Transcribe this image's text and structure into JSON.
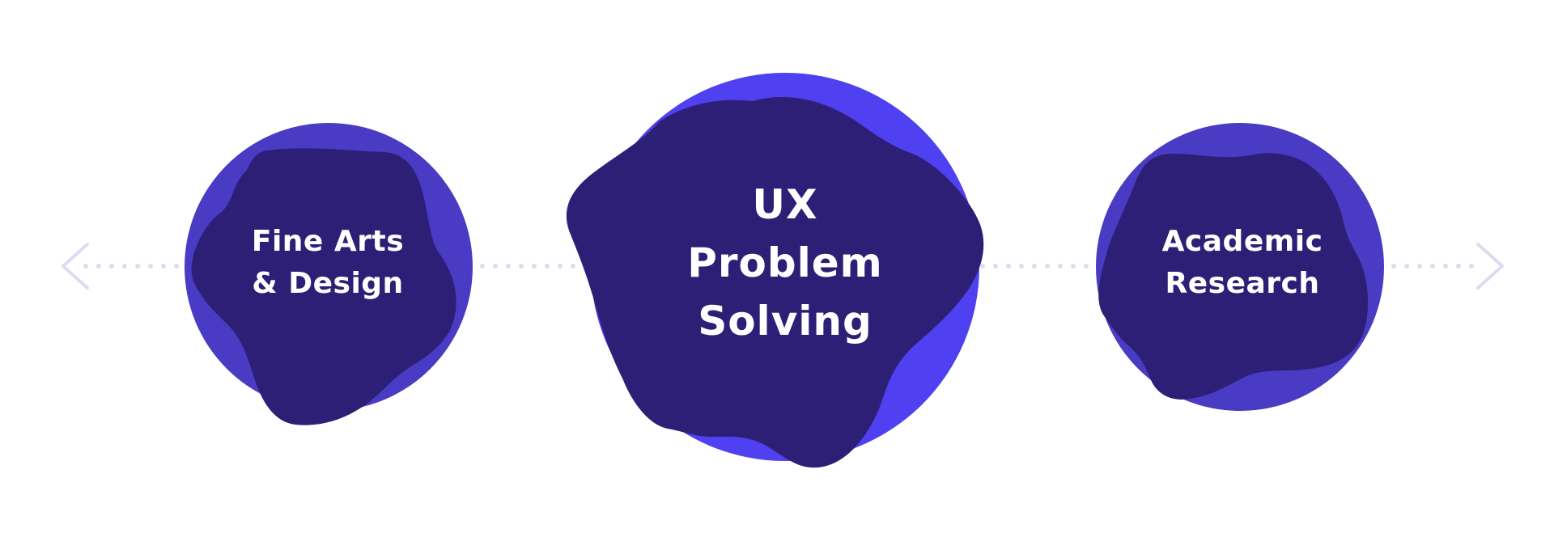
{
  "colors": {
    "outer_side": "#493bc3",
    "outer_center": "#4f41f1",
    "blob": "#2e1f76",
    "text": "#ffffff",
    "connector": "#dcdcf0"
  },
  "nodes": [
    {
      "id": "fine-arts",
      "lines": [
        "Fine Arts",
        "& Design"
      ]
    },
    {
      "id": "ux-problem-solving",
      "lines": [
        "UX",
        "Problem",
        "Solving"
      ]
    },
    {
      "id": "academic-research",
      "lines": [
        "Academic",
        "Research"
      ]
    }
  ],
  "icons": {
    "left_end": "chevron-left-icon",
    "right_end": "chevron-right-icon"
  }
}
